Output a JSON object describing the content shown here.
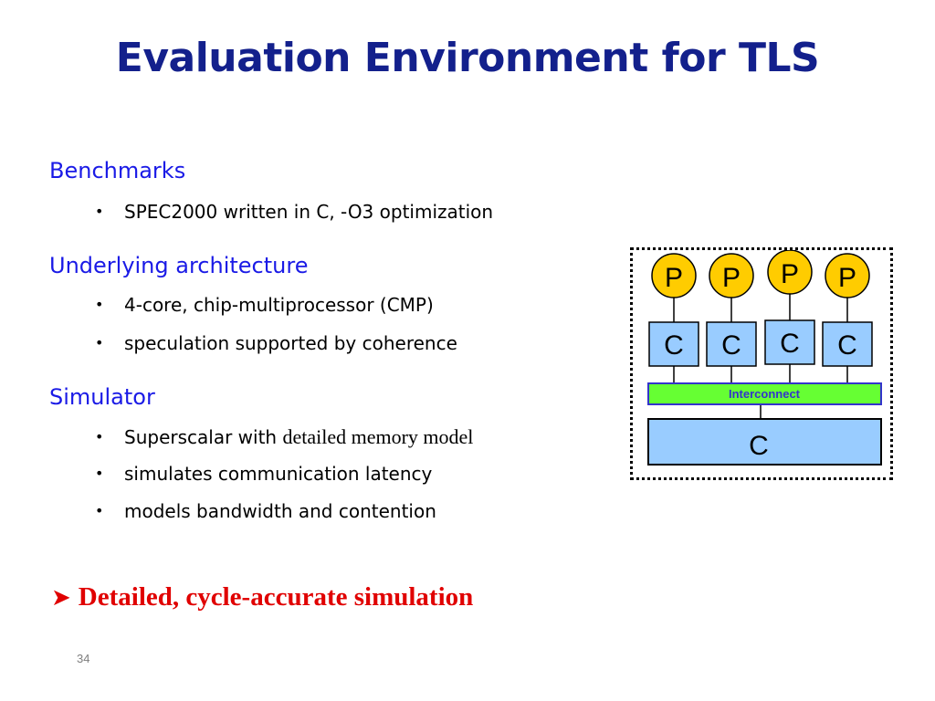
{
  "slide": {
    "title": "Evaluation Environment for TLS",
    "page_number": "34"
  },
  "sections": [
    {
      "heading": "Benchmarks",
      "bullets": [
        "SPEC2000 written in C, -O3 optimization"
      ]
    },
    {
      "heading": "Underlying architecture",
      "bullets": [
        "4-core, chip-multiprocessor (CMP)",
        "speculation supported by coherence"
      ]
    },
    {
      "heading": "Simulator",
      "bullets": [
        "Superscalar with ",
        "simulates communication latency",
        "models bandwidth and contention"
      ],
      "bullet0_serif_part": "detailed memory model"
    }
  ],
  "conclusion": {
    "arrow_icon": "arrow-right-icon",
    "text": "Detailed, cycle-accurate simulation"
  },
  "diagram": {
    "processors": [
      "P",
      "P",
      "P",
      "P"
    ],
    "caches": [
      "C",
      "C",
      "C",
      "C"
    ],
    "interconnect_label": "Interconnect",
    "shared_cache_label": "C",
    "colors": {
      "processor_fill": "#ffcc00",
      "cache_fill": "#99ccff",
      "interconnect_fill": "#66ff33",
      "interconnect_text": "#3333cc"
    }
  },
  "colors": {
    "title": "#13208c",
    "heading": "#1a1ae6",
    "conclusion": "#e00000"
  }
}
